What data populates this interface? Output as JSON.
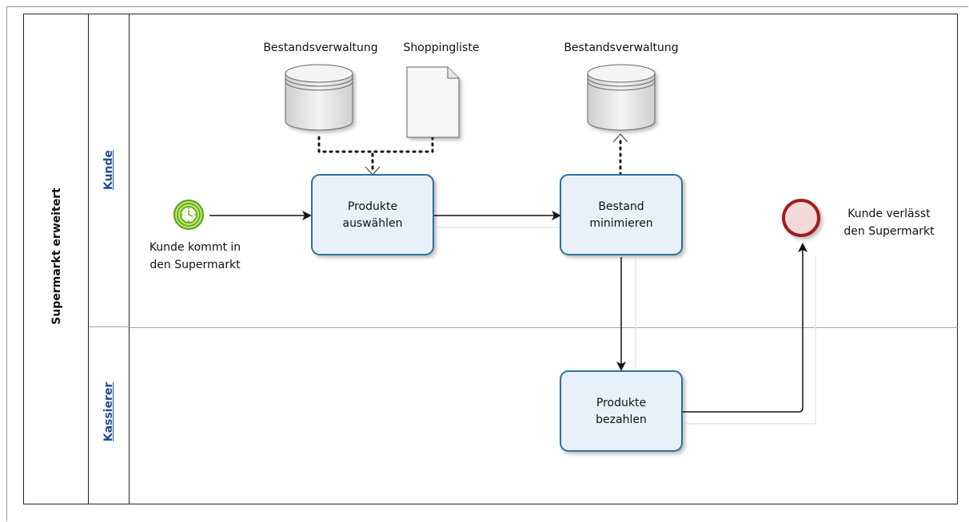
{
  "pool": {
    "title": "Supermarkt erweitert"
  },
  "lanes": [
    {
      "label": "Kunde"
    },
    {
      "label": "Kassierer"
    }
  ],
  "events": {
    "start": {
      "label_line1": "Kunde kommt  in",
      "label_line2": "den Supermarkt"
    },
    "end": {
      "label_line1": "Kunde verlässt",
      "label_line2": "den Supermarkt"
    }
  },
  "tasks": {
    "select": {
      "line1": "Produkte",
      "line2": "auswählen"
    },
    "minimize": {
      "line1": "Bestand",
      "line2": "minimieren"
    },
    "pay": {
      "line1": "Produkte",
      "line2": "bezahlen"
    }
  },
  "data_objects": {
    "store1": {
      "label": "Bestandsverwaltung"
    },
    "doc": {
      "label": "Shoppingliste"
    },
    "store2": {
      "label": "Bestandsverwaltung"
    }
  },
  "colors": {
    "task_border": "#2e6f9e",
    "task_fill": "#e8f1f9",
    "start_fill": "#b7e36a",
    "start_border": "#5aa01a",
    "end_fill": "#f3c8c8",
    "end_border": "#a31d1d"
  }
}
